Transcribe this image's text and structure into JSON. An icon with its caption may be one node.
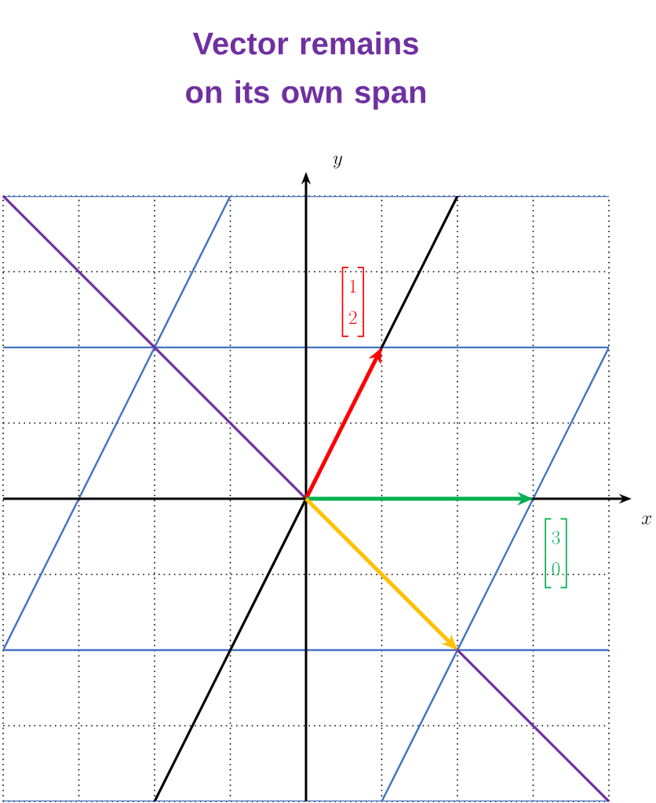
{
  "diagram": {
    "title": "Vector remains on its own span",
    "labels": [
      "y",
      "\\begin{bmatrix}1\\\\2\\end{bmatrix}",
      "x",
      "\\begin{bmatrix}3\\\\0\\end{bmatrix}"
    ]
  }
}
